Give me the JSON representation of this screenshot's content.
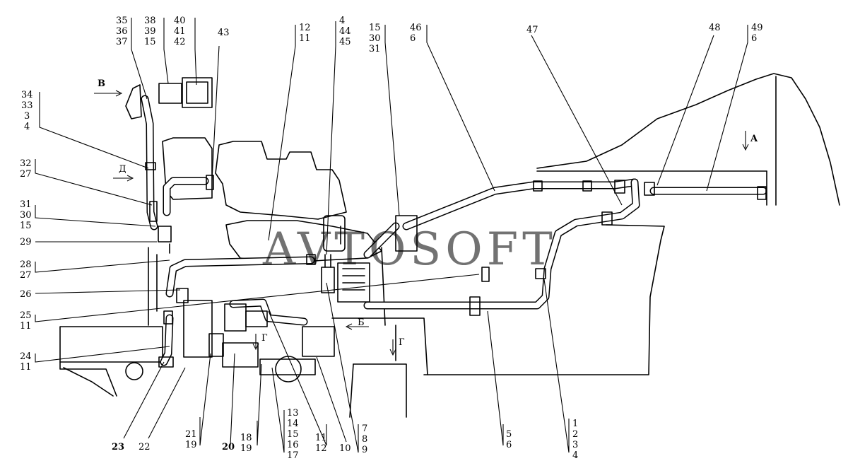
{
  "watermark": "AVTOSOFT",
  "view_markers": {
    "B": "B",
    "A": "A",
    "D": "Д",
    "G1": "Г",
    "G2": "Г",
    "Bs": "Б"
  },
  "callouts": [
    [
      "35",
      "36",
      "37"
    ],
    [
      "38",
      "39",
      "15"
    ],
    [
      "40",
      "41",
      "42"
    ],
    [
      "43"
    ],
    [
      "12",
      "11"
    ],
    [
      "4",
      "44",
      "45"
    ],
    [
      "15",
      "30",
      "31"
    ],
    [
      "46",
      "6"
    ],
    [
      "47"
    ],
    [
      "48"
    ],
    [
      "49",
      "6"
    ],
    [
      "34",
      "33",
      "3",
      "4"
    ],
    [
      "32",
      "27"
    ],
    [
      "31",
      "30",
      "15"
    ],
    [
      "29"
    ],
    [
      "28",
      "27"
    ],
    [
      "26"
    ],
    [
      "25",
      "11"
    ],
    [
      "24",
      "11"
    ],
    [
      "23"
    ],
    [
      "22"
    ],
    [
      "21",
      "19"
    ],
    [
      "20"
    ],
    [
      "18",
      "19"
    ],
    [
      "13",
      "14",
      "15",
      "16",
      "17"
    ],
    [
      "11",
      "12"
    ],
    [
      "10"
    ],
    [
      "7",
      "8",
      "9"
    ],
    [
      "5",
      "6"
    ],
    [
      "1",
      "2",
      "3",
      "4"
    ]
  ]
}
